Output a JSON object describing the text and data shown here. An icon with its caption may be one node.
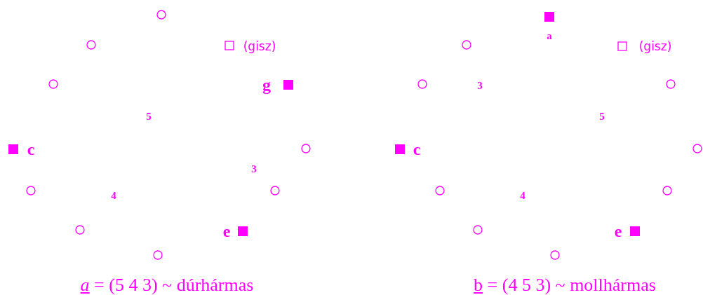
{
  "diagram": {
    "labels": [
      "(gisz)",
      "g",
      "5",
      "c",
      "3",
      "4",
      "e",
      "*a* = (5 4 3) ~ dúrhármas",
      "a",
      "(gisz)",
      "3",
      "5",
      "c",
      "4",
      "e",
      "b = (4 5 3) ~ mollhármas"
    ]
  }
}
